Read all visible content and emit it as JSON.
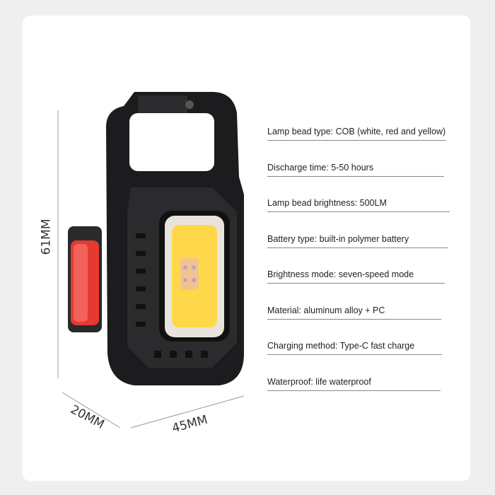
{
  "dimensions": {
    "height": "61MM",
    "depth": "20MM",
    "width": "45MM"
  },
  "specs": [
    {
      "text": "Lamp bead type: COB (white, red and yellow)"
    },
    {
      "text": "Discharge time: 5-50 hours"
    },
    {
      "text": "Lamp bead brightness: 500LM"
    },
    {
      "text": "Battery type: built-in polymer battery"
    },
    {
      "text": "Brightness mode: seven-speed mode"
    },
    {
      "text": "Material: aluminum alloy + PC"
    },
    {
      "text": "Charging method: Type-C fast charge"
    },
    {
      "text": "Waterproof: life waterproof"
    }
  ],
  "colors": {
    "body": "#1c1c1e",
    "led": "#ffd84a",
    "port_cover": "#e53a32"
  }
}
